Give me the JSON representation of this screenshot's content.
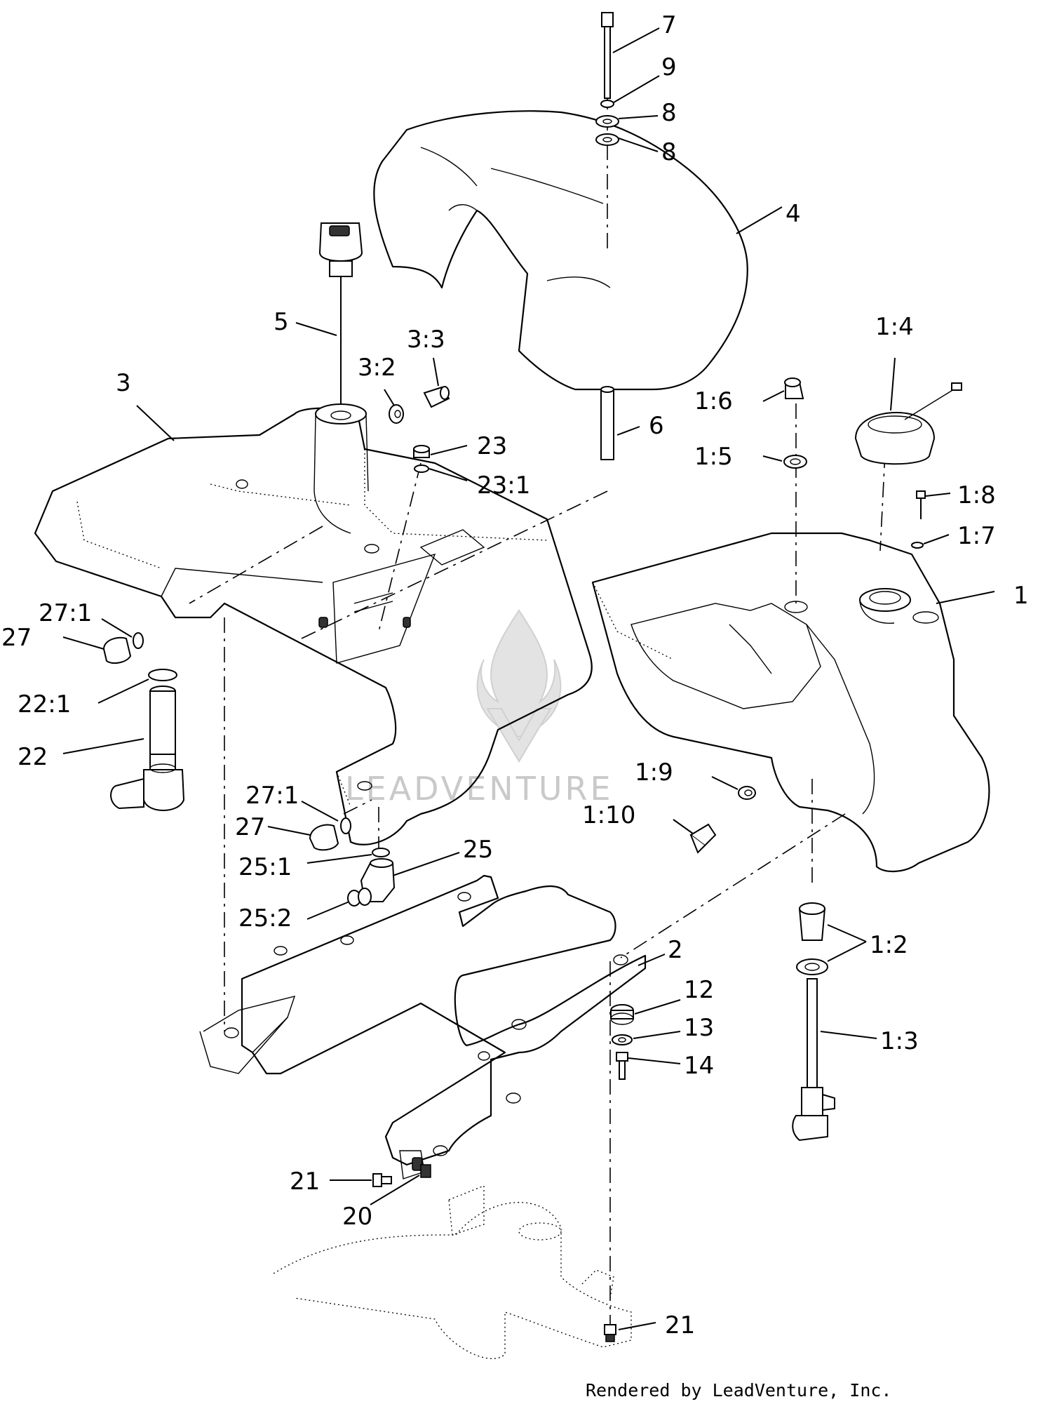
{
  "callouts": [
    {
      "id": "c-7",
      "text": "7"
    },
    {
      "id": "c-9",
      "text": "9"
    },
    {
      "id": "c-8a",
      "text": "8"
    },
    {
      "id": "c-8b",
      "text": "8"
    },
    {
      "id": "c-4",
      "text": "4"
    },
    {
      "id": "c-5",
      "text": "5"
    },
    {
      "id": "c-3-3",
      "text": "3:3"
    },
    {
      "id": "c-3-2",
      "text": "3:2"
    },
    {
      "id": "c-3",
      "text": "3"
    },
    {
      "id": "c-1-4",
      "text": "1:4"
    },
    {
      "id": "c-1-6",
      "text": "1:6"
    },
    {
      "id": "c-6",
      "text": "6"
    },
    {
      "id": "c-23",
      "text": "23"
    },
    {
      "id": "c-23-1",
      "text": "23:1"
    },
    {
      "id": "c-1-5",
      "text": "1:5"
    },
    {
      "id": "c-1-8",
      "text": "1:8"
    },
    {
      "id": "c-1-7",
      "text": "1:7"
    },
    {
      "id": "c-1",
      "text": "1"
    },
    {
      "id": "c-27-1a",
      "text": "27:1"
    },
    {
      "id": "c-27a",
      "text": "27"
    },
    {
      "id": "c-22-1",
      "text": "22:1"
    },
    {
      "id": "c-22",
      "text": "22"
    },
    {
      "id": "c-1-9",
      "text": "1:9"
    },
    {
      "id": "c-1-10",
      "text": "1:10"
    },
    {
      "id": "c-27-1b",
      "text": "27:1"
    },
    {
      "id": "c-27b",
      "text": "27"
    },
    {
      "id": "c-25",
      "text": "25"
    },
    {
      "id": "c-25-1",
      "text": "25:1"
    },
    {
      "id": "c-25-2",
      "text": "25:2"
    },
    {
      "id": "c-2",
      "text": "2"
    },
    {
      "id": "c-1-2",
      "text": "1:2"
    },
    {
      "id": "c-12",
      "text": "12"
    },
    {
      "id": "c-13",
      "text": "13"
    },
    {
      "id": "c-14",
      "text": "14"
    },
    {
      "id": "c-1-3",
      "text": "1:3"
    },
    {
      "id": "c-21a",
      "text": "21"
    },
    {
      "id": "c-20",
      "text": "20"
    },
    {
      "id": "c-21b",
      "text": "21"
    }
  ],
  "watermark": "LEADVENTURE",
  "credit": "Rendered by LeadVenture, Inc."
}
